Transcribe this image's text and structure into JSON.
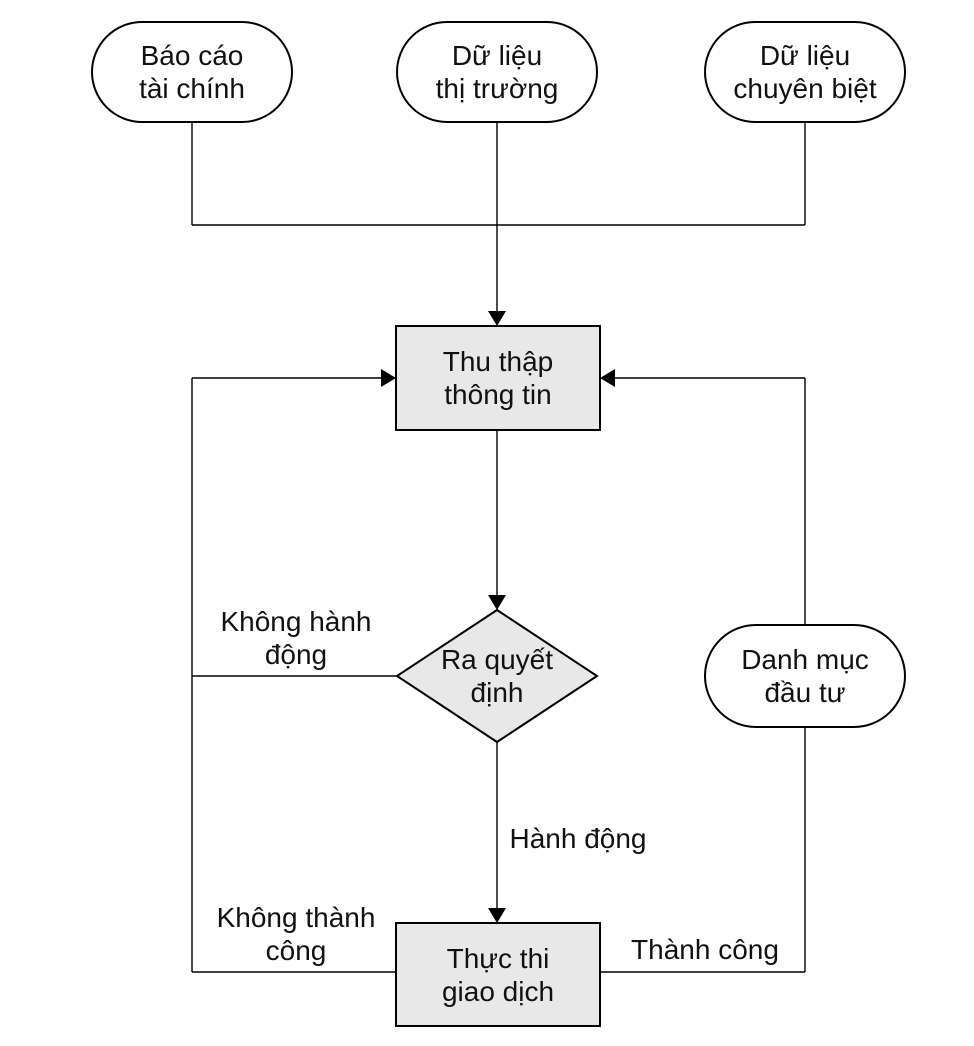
{
  "colors": {
    "background": "#ffffff",
    "line": "#000000",
    "process_fill": "#e8e8e8",
    "terminal_fill": "#ffffff",
    "text": "#111111"
  },
  "nodes": {
    "financial_reports": {
      "line1": "Báo cáo",
      "line2": "tài chính"
    },
    "market_data": {
      "line1": "Dữ liệu",
      "line2": "thị trường"
    },
    "specialized_data": {
      "line1": "Dữ liệu",
      "line2": "chuyên biệt"
    },
    "collect_info": {
      "line1": "Thu thập",
      "line2": "thông tin"
    },
    "make_decision": {
      "line1": "Ra quyết",
      "line2": "định"
    },
    "portfolio": {
      "line1": "Danh mục",
      "line2": "đầu tư"
    },
    "execute_trade": {
      "line1": "Thực thi",
      "line2": "giao dịch"
    }
  },
  "edge_labels": {
    "no_action": {
      "line1": "Không hành",
      "line2": "động"
    },
    "action": "Hành động",
    "unsuccessful": {
      "line1": "Không thành",
      "line2": "công"
    },
    "successful": "Thành công"
  }
}
